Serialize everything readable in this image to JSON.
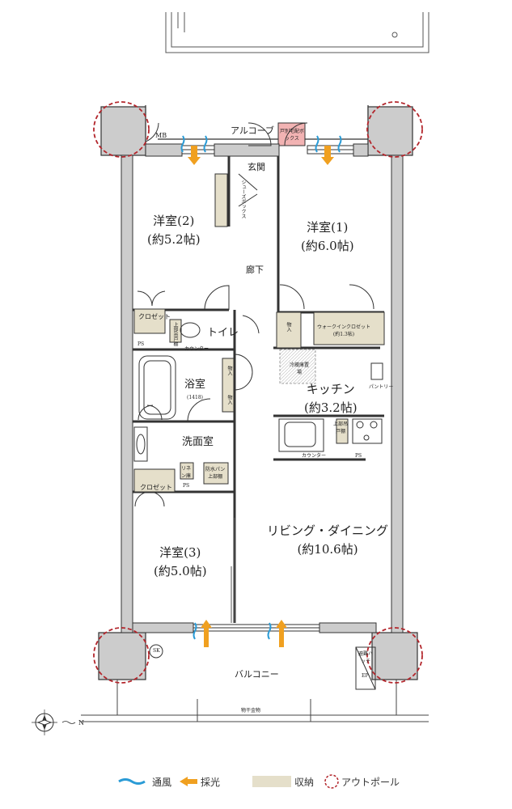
{
  "rooms": {
    "western2": {
      "name": "洋室(2)",
      "size": "(約5.2帖)"
    },
    "western1": {
      "name": "洋室(1)",
      "size": "(約6.0帖)"
    },
    "western3": {
      "name": "洋室(3)",
      "size": "(約5.0帖)"
    },
    "kitchen": {
      "name": "キッチン",
      "size": "(約3.2帖)"
    },
    "living": {
      "name": "リビング・ダイニング",
      "size": "(約10.6帖)"
    },
    "bath": {
      "name": "浴室",
      "size": "(1418)"
    },
    "washroom": {
      "name": "洗面室"
    },
    "toilet": {
      "name": "トイレ"
    },
    "hallway": {
      "name": "廊下"
    },
    "entrance": {
      "name": "玄関"
    },
    "alcove": {
      "name": "アルコーブ"
    },
    "balcony": {
      "name": "バルコニー"
    }
  },
  "storage": {
    "closet_a": "クロゼット",
    "closet_b": "クロゼット",
    "wic": "ウォークインクロゼット",
    "wic_size": "(約1.3帖)",
    "shoes_box": "シューズボックス",
    "upper_shelf": "上部吊戸棚",
    "counter_a": "カウンター",
    "counter_b": "カウンター",
    "stock_a": "物入",
    "stock_b": "物入",
    "stock_c": "物入",
    "pantry": "パントリー",
    "fridge": "冷蔵庫置場",
    "linen": "リネン庫",
    "waterpan": "防水パン",
    "upper_shelf2": "上部棚",
    "upper_cab": "上部吊戸棚",
    "delivery_box": "戸別宅配ボックス",
    "drying_rack": "物干金物"
  },
  "codes": {
    "mb": "MB",
    "ps1": "PS",
    "ps2": "PS",
    "ps3": "PS",
    "sk": "SK",
    "ep": "EP",
    "escape": "避難ハッチ"
  },
  "compass": {
    "north": "N"
  },
  "legend": {
    "ventilation": "通風",
    "sunlight": "採光",
    "storage": "収納",
    "outpole": "アウトポール"
  },
  "colors": {
    "storage_fill": "#e5dfca",
    "ventilation": "#2a9bd6",
    "sunlight": "#f0a020",
    "outpole": "#b3262c",
    "delivery_fill": "#f2b3b3",
    "pillar": "#cccccc"
  },
  "icons": [
    "compass-icon",
    "ventilation-icon",
    "sunlight-arrow-icon",
    "door-swing-icon",
    "bathtub-icon",
    "washbasin-icon",
    "sink-icon",
    "stove-icon",
    "toilet-icon"
  ]
}
